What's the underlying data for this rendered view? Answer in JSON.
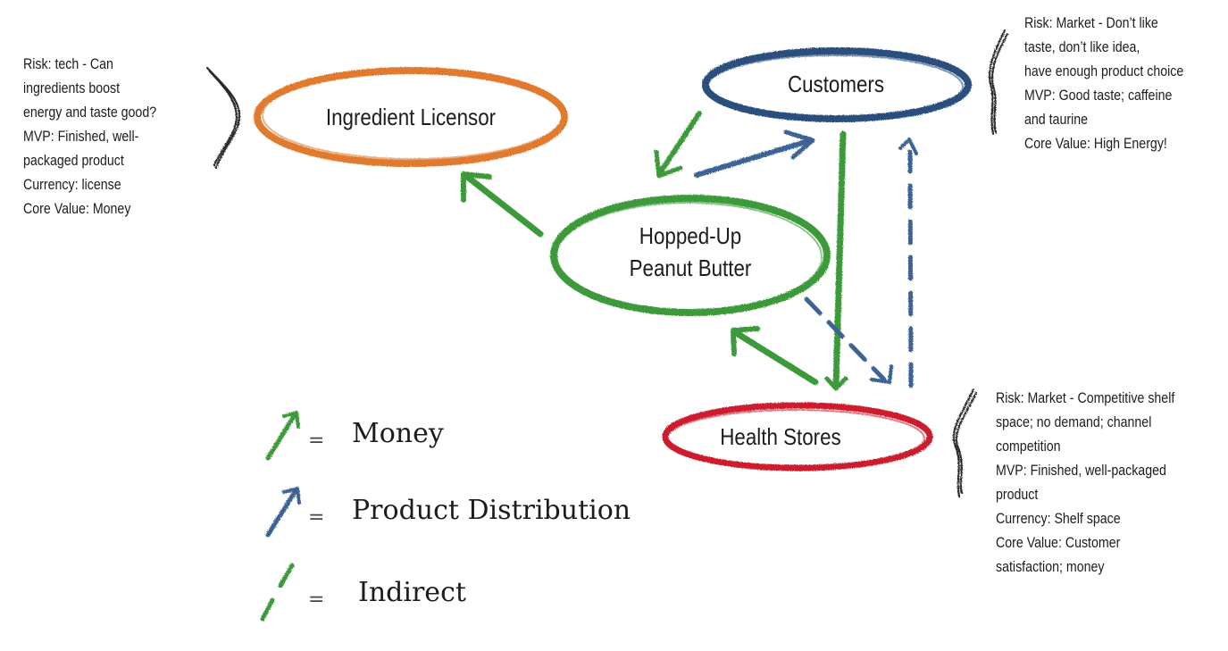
{
  "colors": {
    "ingredient_licensor": "#e07a2f",
    "customers": "#2c4f7c",
    "hopped_up": "#3c9a3a",
    "health_stores": "#cc1f2e",
    "money": "#3c9a3a",
    "product_distribution": "#3d6495",
    "text": "#1c1c1c"
  },
  "nodes": {
    "ingredient_licensor": "Ingredient Licensor",
    "customers": "Customers",
    "hopped_up_line1": "Hopped-Up",
    "hopped_up_line2": "Peanut Butter",
    "health_stores": "Health Stores"
  },
  "notes": {
    "ingredient_licensor": [
      "Risk: tech - Can",
      "ingredients boost",
      "energy and taste good?",
      "MVP: Finished, well-",
      "packaged product",
      "Currency: license",
      "Core Value: Money"
    ],
    "customers": [
      "Risk: Market - Don’t like",
      "taste, don’t like idea,",
      "have enough product choice",
      "MVP: Good taste; caffeine",
      "and taurine",
      "Core Value: High Energy!"
    ],
    "health_stores": [
      "Risk: Market - Competitive shelf",
      "space; no demand; channel",
      "competition",
      "MVP: Finished, well-packaged",
      "product",
      "Currency: Shelf space",
      "Core Value: Customer",
      "satisfaction; money"
    ]
  },
  "legend": {
    "equals": "=",
    "money": "Money",
    "product_distribution": "Product Distribution",
    "indirect": "Indirect"
  }
}
